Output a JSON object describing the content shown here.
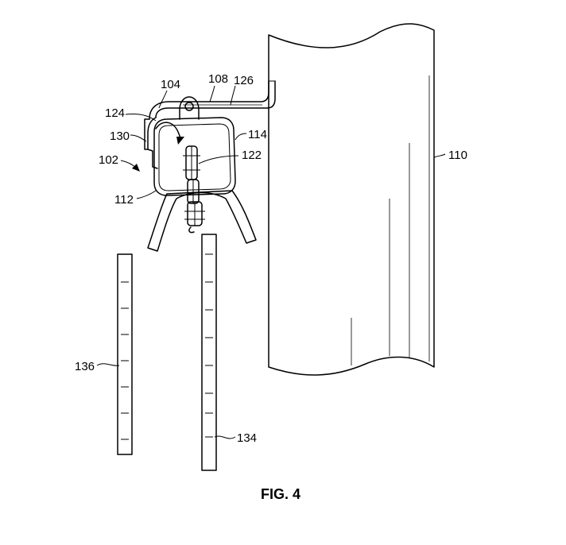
{
  "figure": {
    "caption": "FIG. 4",
    "labels": {
      "l104": "104",
      "l108": "108",
      "l126": "126",
      "l124": "124",
      "l130": "130",
      "l114": "114",
      "l102": "102",
      "l122": "122",
      "l112": "112",
      "l110": "110",
      "l136": "136",
      "l134": "134"
    }
  }
}
